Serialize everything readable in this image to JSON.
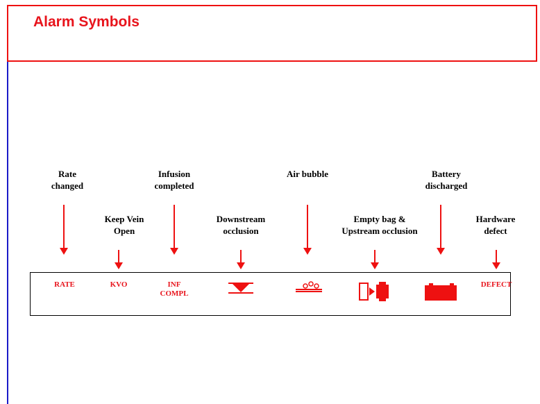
{
  "title": "Alarm Symbols",
  "callouts": [
    {
      "label": "Rate\nchanged",
      "code": "RATE"
    },
    {
      "label": "Keep Vein\nOpen",
      "code": "KVO"
    },
    {
      "label": "Infusion\ncompleted",
      "code": "INF\nCOMPL"
    },
    {
      "label": "Downstream\nocclusion",
      "icon": "downstream-occlusion-icon"
    },
    {
      "label": "Air bubble",
      "icon": "air-bubble-icon"
    },
    {
      "label": "Empty bag &\nUpstream occlusion",
      "icon": "empty-bag-icon"
    },
    {
      "label": "Battery\ndischarged",
      "icon": "battery-icon"
    },
    {
      "label": "Hardware\ndefect",
      "code": "DEFECT"
    }
  ],
  "colors": {
    "accent": "#e8141c",
    "rule": "#1a1ac8"
  }
}
